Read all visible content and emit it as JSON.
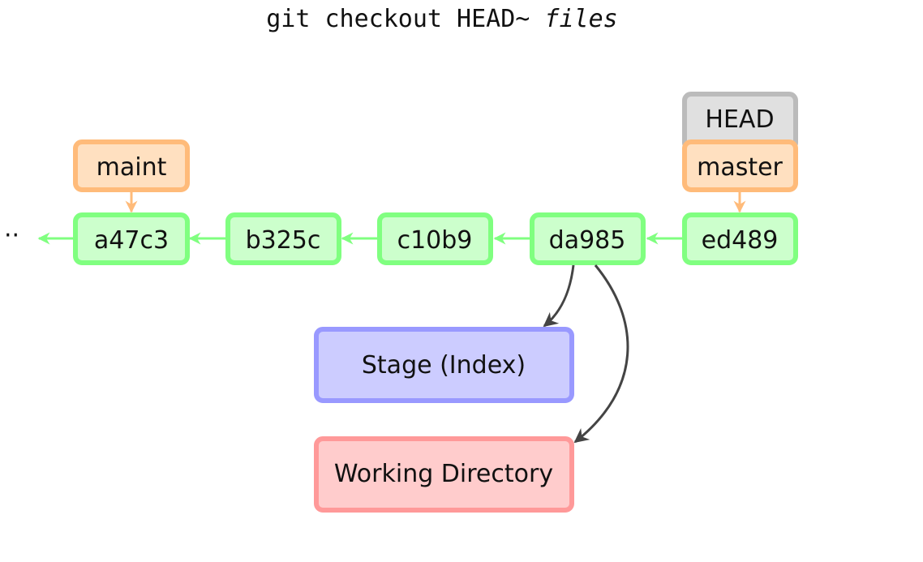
{
  "title": {
    "command": "git checkout HEAD~",
    "argument": "files"
  },
  "history": {
    "ellipsis": "··",
    "commits": [
      "a47c3",
      "b325c",
      "c10b9",
      "da985",
      "ed489"
    ]
  },
  "refs": {
    "maint": "maint",
    "master": "master",
    "head": "HEAD"
  },
  "areas": {
    "stage": "Stage (Index)",
    "working_directory": "Working Directory"
  },
  "colors": {
    "commit_fill": "#ccffcc",
    "commit_stroke": "#80ff80",
    "branch_fill": "#ffe0c0",
    "branch_stroke": "#ffbb7a",
    "head_fill": "#e0e0e0",
    "head_stroke": "#bbbbbb",
    "stage_fill": "#ccccff",
    "stage_stroke": "#9999ff",
    "wd_fill": "#ffcccc",
    "wd_stroke": "#ff9999",
    "flow_arrow": "#444444"
  }
}
